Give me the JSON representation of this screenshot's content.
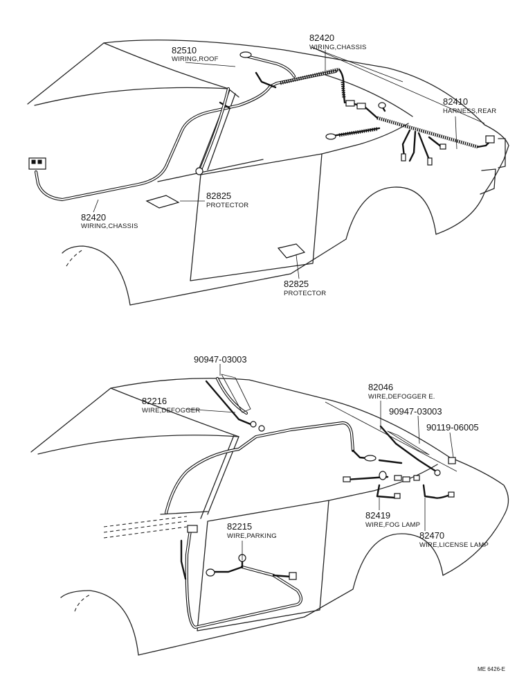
{
  "diagram": {
    "code": "ME 6426-E",
    "top_view": {
      "labels": [
        {
          "id": "82510",
          "part_no": "82510",
          "name": "WIRING,ROOF"
        },
        {
          "id": "82420-top",
          "part_no": "82420",
          "name": "WIRING,CHASSIS"
        },
        {
          "id": "82410",
          "part_no": "82410",
          "name": "HARNESS,REAR"
        },
        {
          "id": "82420-left",
          "part_no": "82420",
          "name": "WIRING,CHASSIS"
        },
        {
          "id": "82825-a",
          "part_no": "82825",
          "name": "PROTECTOR"
        },
        {
          "id": "82825-b",
          "part_no": "82825",
          "name": "PROTECTOR"
        }
      ]
    },
    "bottom_view": {
      "labels": [
        {
          "id": "90947-03003-a",
          "part_no": "90947-03003",
          "name": ""
        },
        {
          "id": "82216",
          "part_no": "82216",
          "name": "WIRE,DEFOGGER"
        },
        {
          "id": "82046",
          "part_no": "82046",
          "name": "WIRE,DEFOGGER E."
        },
        {
          "id": "90947-03003-b",
          "part_no": "90947-03003",
          "name": ""
        },
        {
          "id": "90119-06005",
          "part_no": "90119-06005",
          "name": ""
        },
        {
          "id": "82419",
          "part_no": "82419",
          "name": "WIRE,FOG LAMP"
        },
        {
          "id": "82470",
          "part_no": "82470",
          "name": "WIRE,LICENSE LAMP"
        },
        {
          "id": "82215",
          "part_no": "82215",
          "name": "WIRE,PARKING"
        }
      ]
    }
  }
}
